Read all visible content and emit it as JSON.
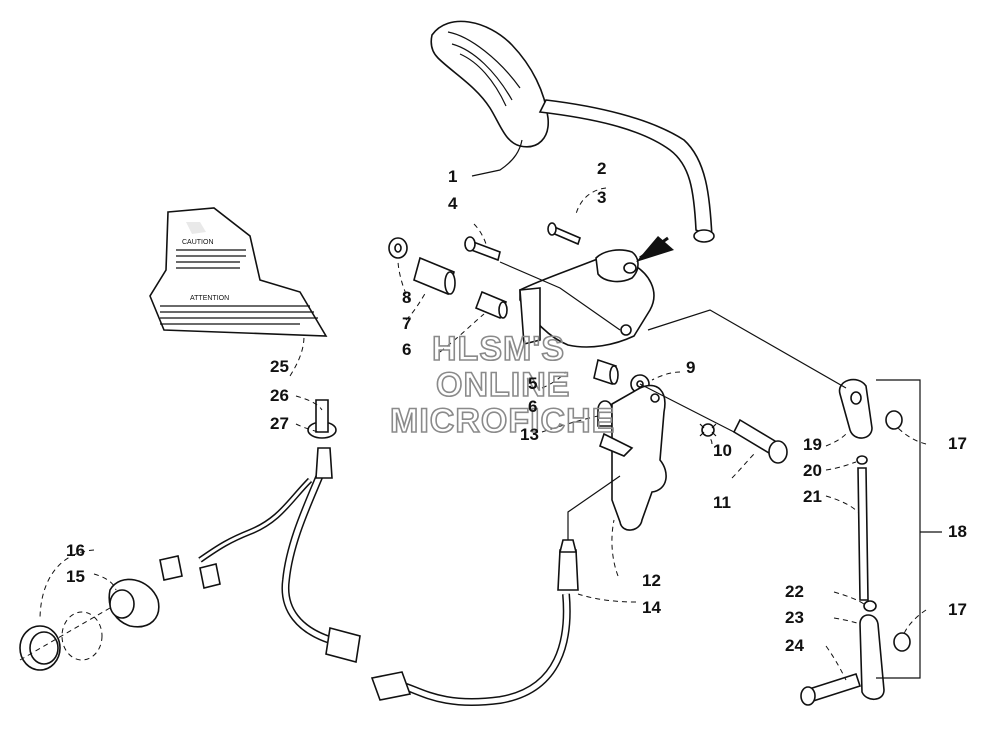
{
  "watermark": {
    "line1": "HLSM'S",
    "line2": "ONLINE",
    "line3": "MICROFICHE"
  },
  "callouts": [
    "1",
    "2",
    "3",
    "4",
    "5",
    "6",
    "6",
    "7",
    "8",
    "9",
    "10",
    "11",
    "12",
    "13",
    "14",
    "15",
    "16",
    "17",
    "17",
    "18",
    "19",
    "20",
    "21",
    "22",
    "23",
    "24",
    "25",
    "26",
    "27"
  ],
  "decal_text": {
    "caution": "CAUTION",
    "attention": "ATTENTION"
  },
  "icons": {
    "arrow": "direction-arrow-icon"
  }
}
